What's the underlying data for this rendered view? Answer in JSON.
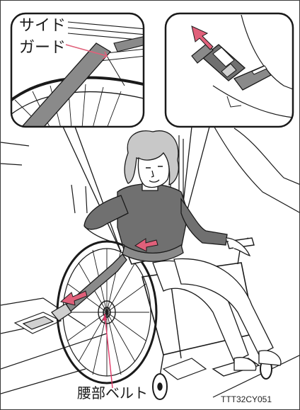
{
  "labels": {
    "side_guard_line1": "サイド",
    "side_guard_line2": "ガード",
    "lap_belt": "腰部ベルト",
    "figure_code": "TTT32CY051"
  },
  "colors": {
    "outline": "#1a1a1a",
    "belt_gray": "#8a8a8a",
    "shirt_gray": "#707070",
    "hair_gray": "#c8c8c8",
    "arrow_pink": "#e0607a",
    "leader_pink": "#e23b6a",
    "background": "#ffffff"
  },
  "icons": {
    "inset_left_arrow": "arrow-direction-icon",
    "inset_right_arrow": "arrow-up-left-icon",
    "torso_arrow": "arrow-left-icon",
    "buckle_arrow": "arrow-left-icon"
  }
}
